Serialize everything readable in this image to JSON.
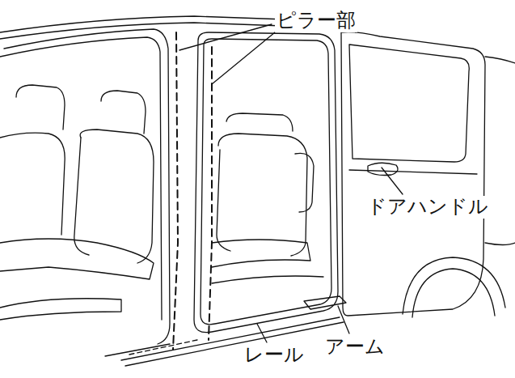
{
  "diagram": {
    "labels": [
      "ピラー部",
      "ドアハンドル",
      "レール",
      "アーム"
    ]
  }
}
